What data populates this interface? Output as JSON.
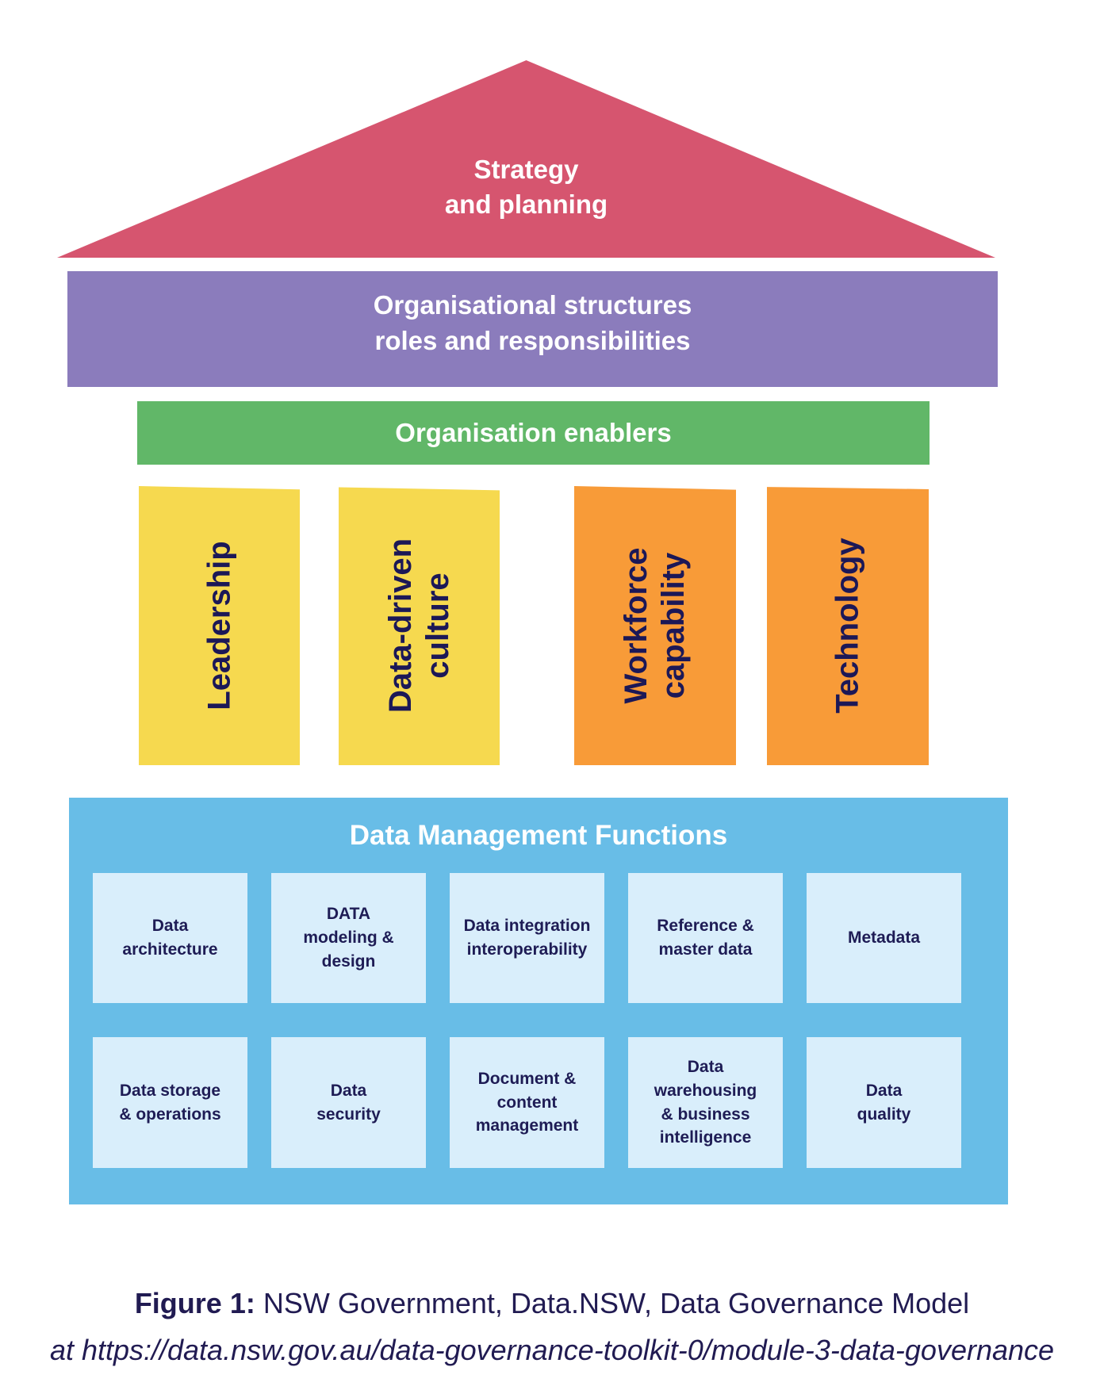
{
  "colors": {
    "roof_pink": "#d6556f",
    "structures_purple": "#8b7cbc",
    "enablers_green": "#61b768",
    "pillar_yellow": "#f6d94f",
    "pillar_orange": "#f89b38",
    "functions_blue": "#68bde7",
    "function_cell_light_blue": "#d9eefb",
    "navy_text": "#1c1857",
    "caption_text": "#211b52",
    "white_text": "#ffffff"
  },
  "roof": {
    "label": "Strategy\nand planning"
  },
  "structures_bar": {
    "label": "Organisational structures\nroles and responsibilities"
  },
  "enablers_bar": {
    "label": "Organisation enablers"
  },
  "pillars": [
    {
      "label": "Leadership",
      "color": "yellow"
    },
    {
      "label": "Data-driven\nculture",
      "color": "yellow"
    },
    {
      "label": "Workforce\ncapability",
      "color": "orange"
    },
    {
      "label": "Technology",
      "color": "orange"
    }
  ],
  "functions": {
    "title": "Data Management Functions",
    "cells": [
      "Data\narchitecture",
      "DATA\nmodeling &\ndesign",
      "Data integration\ninteroperability",
      "Reference &\nmaster data",
      "Metadata",
      "Data storage\n& operations",
      "Data\nsecurity",
      "Document &\ncontent\nmanagement",
      "Data\nwarehousing\n& business\nintelligence",
      "Data\nquality"
    ]
  },
  "caption": {
    "figure_label": "Figure 1:",
    "title": " NSW Government, Data.NSW, Data Governance Model",
    "source_line": "at https://data.nsw.gov.au/data-governance-toolkit-0/module-3-data-governance"
  }
}
